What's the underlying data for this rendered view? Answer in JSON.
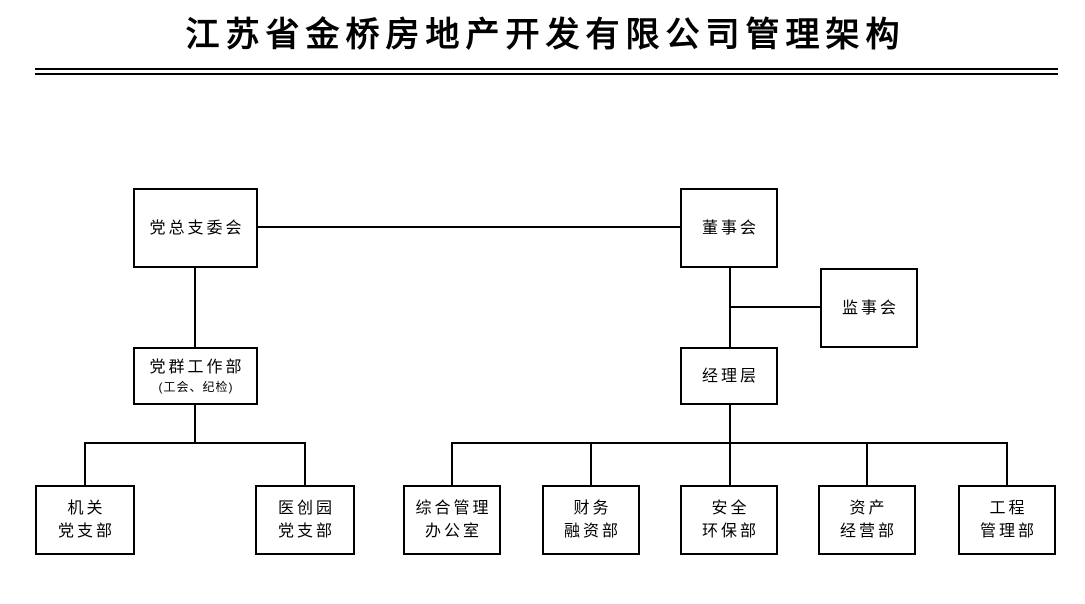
{
  "header": {
    "title": "江苏省金桥房地产开发有限公司管理架构"
  },
  "org": {
    "party_committee": {
      "label": "党总支委会"
    },
    "board_of_directors": {
      "label": "董事会"
    },
    "supervisory_board": {
      "label": "监事会"
    },
    "party_mass_work_dept": {
      "label": "党群工作部",
      "note": "(工会、纪检)"
    },
    "management_level": {
      "label": "经理层"
    },
    "organ_party_branch": {
      "line1": "机关",
      "line2": "党支部"
    },
    "medical_park_party_branch": {
      "line1": "医创园",
      "line2": "党支部"
    },
    "general_mgmt_office": {
      "line1": "综合管理",
      "line2": "办公室"
    },
    "finance_financing_dept": {
      "line1": "财务",
      "line2": "融资部"
    },
    "safety_env_dept": {
      "line1": "安全",
      "line2": "环保部"
    },
    "asset_operation_dept": {
      "line1": "资产",
      "line2": "经营部"
    },
    "engineering_mgmt_dept": {
      "line1": "工程",
      "line2": "管理部"
    }
  },
  "edges": [
    {
      "from": "party_committee",
      "to": "board_of_directors"
    },
    {
      "from": "party_committee",
      "to": "party_mass_work_dept"
    },
    {
      "from": "board_of_directors",
      "to": "supervisory_board"
    },
    {
      "from": "board_of_directors",
      "to": "management_level"
    },
    {
      "from": "party_mass_work_dept",
      "to": "organ_party_branch"
    },
    {
      "from": "party_mass_work_dept",
      "to": "medical_park_party_branch"
    },
    {
      "from": "management_level",
      "to": "general_mgmt_office"
    },
    {
      "from": "management_level",
      "to": "finance_financing_dept"
    },
    {
      "from": "management_level",
      "to": "safety_env_dept"
    },
    {
      "from": "management_level",
      "to": "asset_operation_dept"
    },
    {
      "from": "management_level",
      "to": "engineering_mgmt_dept"
    }
  ],
  "colors": {
    "background": "#ffffff",
    "line": "#000000",
    "text": "#000000"
  }
}
